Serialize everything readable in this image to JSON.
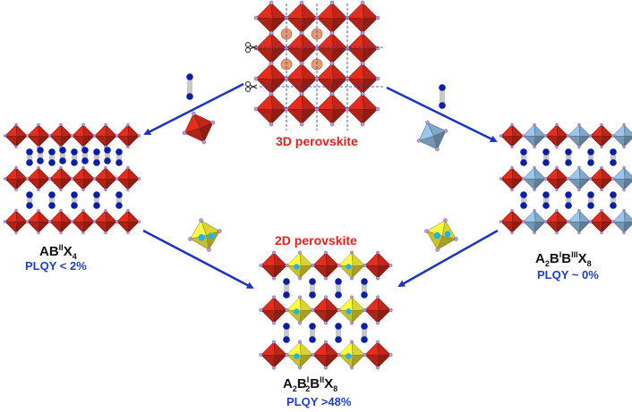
{
  "labels": {
    "perovskite_3d": "3D perovskite",
    "perovskite_2d": "2D perovskite",
    "left_formula": {
      "a": "AB",
      "b": "II",
      "c": "X",
      "d": "4"
    },
    "left_plqy": "PLQY < 2%",
    "right_formula": {
      "a": "A",
      "b": "2",
      "c": "B",
      "d": "I",
      "e": "B",
      "f": "III",
      "g": "X",
      "h": "8"
    },
    "right_plqy": "PLQY ~ 0%",
    "bottom_formula": {
      "a": "A",
      "b": "2",
      "c": "B",
      "d": "I",
      "e": "2",
      "f": "B",
      "g": "II",
      "h": "X",
      "i": "8"
    },
    "bottom_plqy": "PLQY >48%"
  },
  "colors": {
    "octahedron_red": "#d42a1c",
    "octahedron_blue": "#8fb8dc",
    "octahedron_yellow": "#f2ea3a",
    "organic_spacer": "#0a1ea8",
    "cation_cyan": "#1fb4e6",
    "arrow": "#1a35c0",
    "label_red": "#e8201a",
    "label_blue": "#1d3fd0"
  }
}
